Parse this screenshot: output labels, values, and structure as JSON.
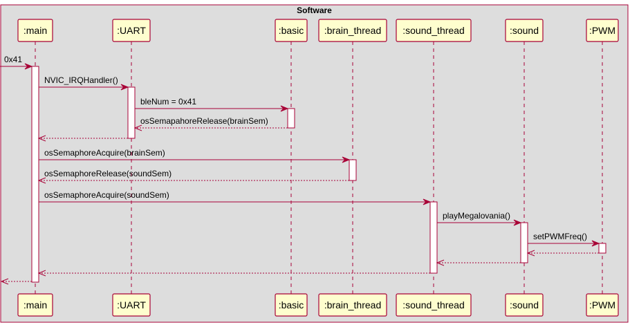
{
  "box": {
    "title": "Software"
  },
  "colors": {
    "box_fill": "#DDDDDD",
    "box_border": "#A80036",
    "participant_fill": "#FEFECE",
    "participant_border": "#A80036",
    "arrow": "#A80036",
    "lifeline": "#A80036",
    "activation_fill": "#FFFFFF"
  },
  "participants": [
    {
      "id": "main",
      "label": ":main"
    },
    {
      "id": "uart",
      "label": ":UART"
    },
    {
      "id": "basic",
      "label": ":basic"
    },
    {
      "id": "brain_thread",
      "label": ":brain_thread"
    },
    {
      "id": "sound_thread",
      "label": ":sound_thread"
    },
    {
      "id": "sound",
      "label": ":sound"
    },
    {
      "id": "pwm",
      "label": ":PWM"
    }
  ],
  "messages": [
    {
      "from": "external",
      "to": "main",
      "label": "0x41",
      "style": "solid"
    },
    {
      "from": "main",
      "to": "uart",
      "label": "NVIC_IRQHandler()",
      "style": "solid"
    },
    {
      "from": "uart",
      "to": "basic",
      "label": "bleNum = 0x41",
      "style": "solid"
    },
    {
      "from": "basic",
      "to": "uart",
      "label": "osSemapahoreRelease(brainSem)",
      "style": "dashed"
    },
    {
      "from": "uart",
      "to": "main",
      "label": "",
      "style": "dashed"
    },
    {
      "from": "main",
      "to": "brain_thread",
      "label": "osSemaphoreAcquire(brainSem)",
      "style": "solid"
    },
    {
      "from": "brain_thread",
      "to": "main",
      "label": "osSemaphoreRelease(soundSem)",
      "style": "dashed"
    },
    {
      "from": "main",
      "to": "sound_thread",
      "label": "osSemaphoreAcquire(soundSem)",
      "style": "solid"
    },
    {
      "from": "sound_thread",
      "to": "sound",
      "label": "playMegalovania()",
      "style": "solid"
    },
    {
      "from": "sound",
      "to": "pwm",
      "label": "setPWMFreq()",
      "style": "solid"
    },
    {
      "from": "pwm",
      "to": "sound",
      "label": "",
      "style": "dashed"
    },
    {
      "from": "sound",
      "to": "sound_thread",
      "label": "",
      "style": "dashed"
    },
    {
      "from": "sound_thread",
      "to": "main",
      "label": "",
      "style": "dashed"
    },
    {
      "from": "main",
      "to": "external",
      "label": "",
      "style": "dashed"
    }
  ]
}
